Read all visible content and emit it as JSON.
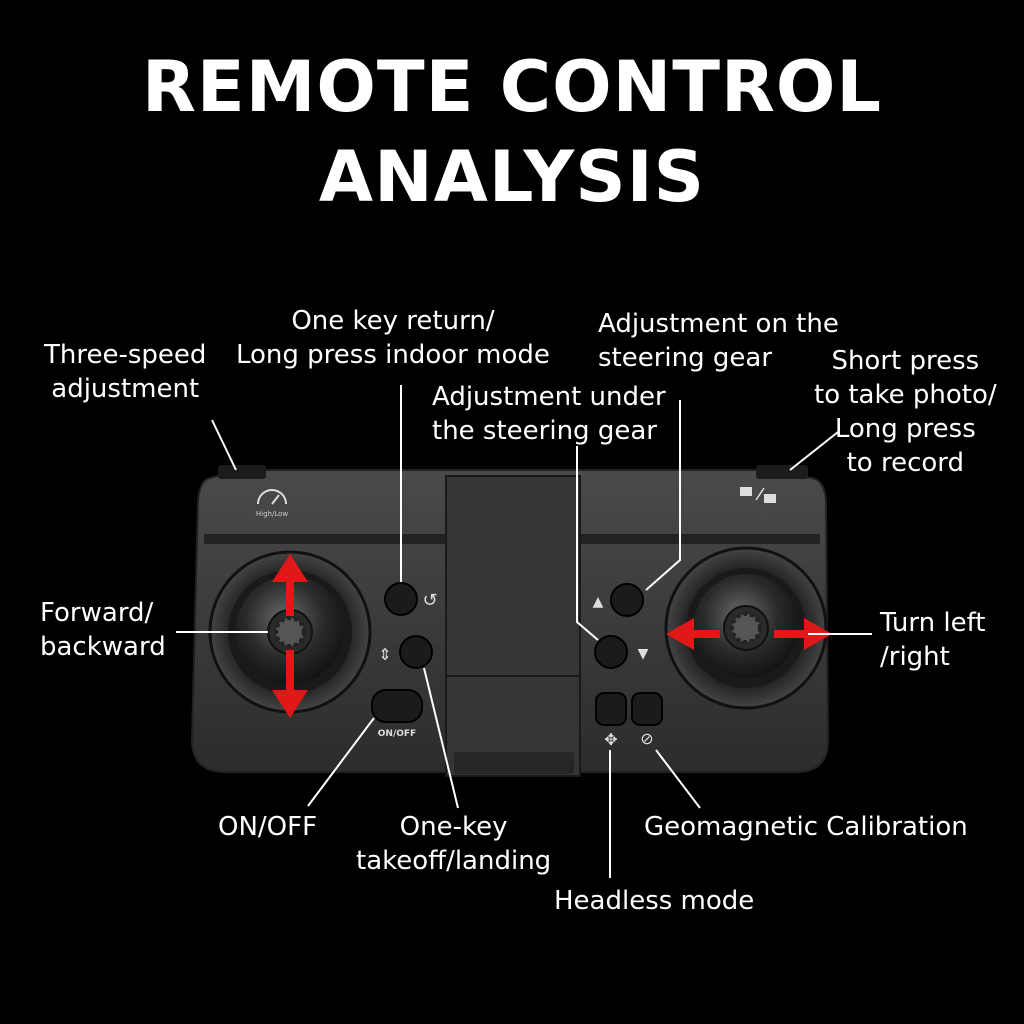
{
  "title": {
    "line1": "REMOTE CONTROL",
    "line2": "ANALYSIS"
  },
  "labels": {
    "three_speed": [
      "Three-speed",
      "adjustment"
    ],
    "one_key_return": [
      "One key return/",
      "Long press indoor mode"
    ],
    "adj_on": [
      "Adjustment on the",
      "steering gear"
    ],
    "adj_under": [
      "Adjustment under",
      "the steering gear"
    ],
    "photo": [
      "Short press",
      "to take photo/",
      "Long press",
      "to record"
    ],
    "forward": [
      "Forward/",
      "backward"
    ],
    "turn": [
      "Turn left",
      "/right"
    ],
    "onoff": "ON/OFF",
    "takeoff": [
      "One-key",
      "takeoff/landing"
    ],
    "geomagnetic": "Geomagnetic Calibration",
    "headless": "Headless mode"
  },
  "device": {
    "onoff_text": "ON/OFF",
    "speed_text": "High/Low"
  },
  "colors": {
    "background": "#000000",
    "body": "#3a3a3a",
    "arrow": "#e01818"
  }
}
